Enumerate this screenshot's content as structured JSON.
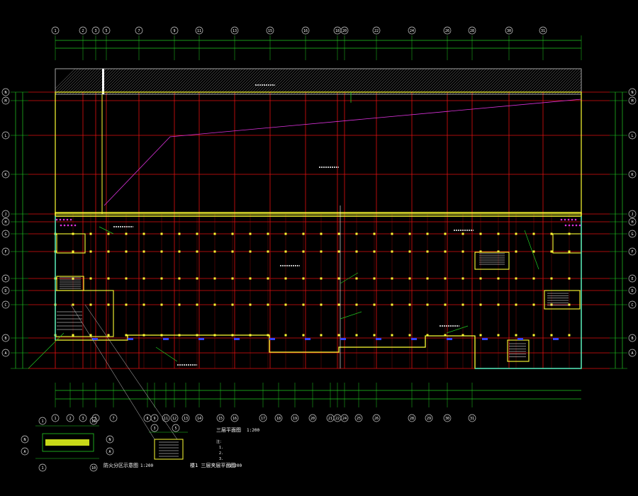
{
  "colors": {
    "background": "#000000",
    "grid_red": "#e01010",
    "wall_yellow": "#ffff33",
    "dim_green": "#22cc22",
    "text_white": "#ffffff",
    "cyan": "#22dddd",
    "magenta": "#dd33dd",
    "blue": "#3344ff",
    "hatch_gray": "#cccccc"
  },
  "column_bubbles_top": [
    "1",
    "2",
    "3",
    "5",
    "7",
    "9",
    "11",
    "13",
    "15",
    "16",
    "18",
    "20",
    "22",
    "24",
    "26",
    "28",
    "30",
    "31"
  ],
  "column_bubbles_bottom": [
    "1",
    "2",
    "3",
    "5",
    "7",
    "8",
    "9",
    "11",
    "12",
    "13",
    "14",
    "15",
    "16",
    "17",
    "18",
    "19",
    "20",
    "21",
    "22",
    "24",
    "25",
    "26",
    "28",
    "29",
    "30",
    "31"
  ],
  "row_bubbles_left": [
    "N",
    "M",
    "L",
    "K",
    "J",
    "H",
    "G",
    "F",
    "E",
    "D",
    "C",
    "B",
    "A"
  ],
  "row_bubbles_right": [
    "N",
    "M",
    "L",
    "K",
    "J",
    "H",
    "G",
    "F",
    "E",
    "D",
    "C",
    "B",
    "A"
  ],
  "detail_bubbles": [
    "3",
    "5",
    "1",
    "10",
    "A",
    "N"
  ],
  "titles": {
    "main_plan": "三层平面图",
    "main_scale": "1:200",
    "detail_left": "防火分区示意图",
    "detail_left_scale": "1:200",
    "detail_mid": "楼1 三层夹层平面图",
    "detail_mid_scale": "1:200"
  },
  "notes": [
    "注：",
    "1.",
    "2.",
    "3."
  ]
}
